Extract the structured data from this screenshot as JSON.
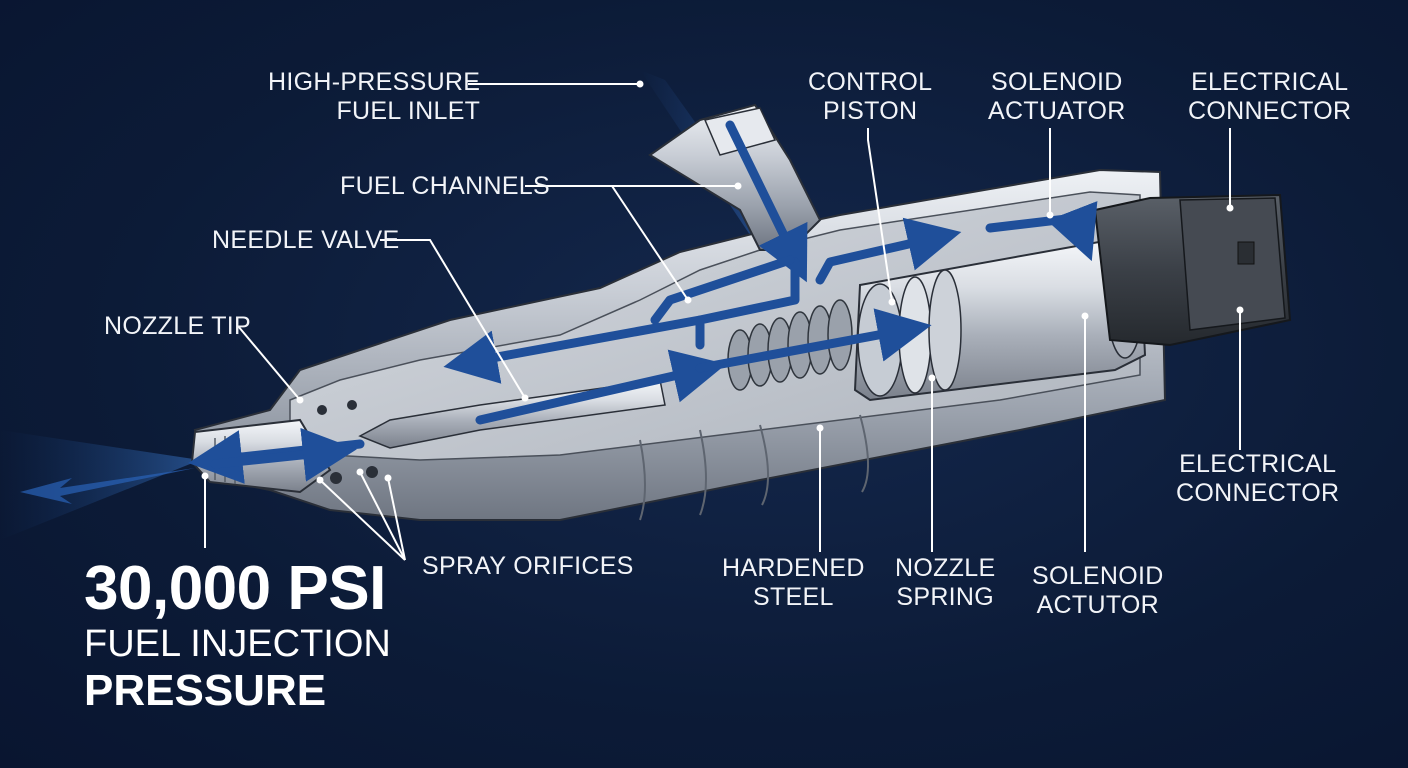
{
  "labels": {
    "high_pressure_inlet": [
      "HIGH-PRESSURE",
      "FUEL INLET"
    ],
    "fuel_channels": "FUEL CHANNELS",
    "needle_valve": "NEEDLE VALVE",
    "nozzle_tip": "NOZZLE TIP",
    "control_piston": [
      "CONTROL",
      "PISTON"
    ],
    "solenoid_actuator_top": [
      "SOLENOID",
      "ACTUATOR"
    ],
    "electrical_connector_top": [
      "ELECTRICAL",
      "CONNECTOR"
    ],
    "electrical_connector_right": [
      "ELECTRICAL",
      "CONNECTOR"
    ],
    "spray_orifices": "SPRAY ORIFICES",
    "hardened_steel": [
      "HARDENED",
      "STEEL"
    ],
    "nozzle_spring": [
      "NOZZLE",
      "SPRING"
    ],
    "solenoid_actutor_bottom": [
      "SOLENOID",
      "ACTUTOR"
    ]
  },
  "headline": {
    "value": "30,000 PSI",
    "line2": "FUEL INJECTION",
    "line3": "PRESSURE"
  },
  "colors": {
    "background": "#0d1e3c",
    "flow_arrow": "#1f4f9a",
    "metal": "#c9ced6",
    "connector": "#3a3f47",
    "text": "#f2f4f8"
  }
}
